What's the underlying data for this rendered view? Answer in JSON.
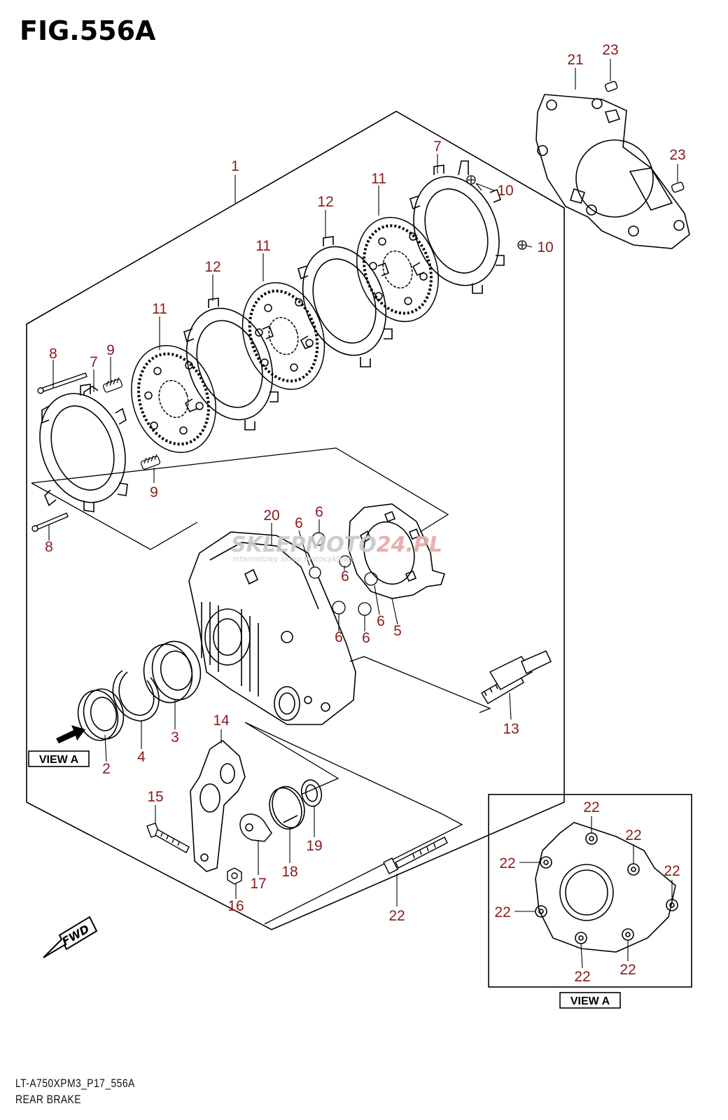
{
  "figure_title": "FIG.556A",
  "model_code": "LT-A750XPM3_P17_556A",
  "section_name": "REAR BRAKE",
  "view_label": "VIEW A",
  "fwd_label": "FWD",
  "watermark": {
    "brand_a": "SKLEP",
    "brand_b": "MOTO",
    "brand_c": "24.PL",
    "tagline": "internetowy sklep motocyklowy"
  },
  "callouts": [
    "1",
    "2",
    "3",
    "4",
    "5",
    "6",
    "7",
    "8",
    "9",
    "10",
    "11",
    "12",
    "13",
    "14",
    "15",
    "16",
    "17",
    "18",
    "19",
    "20",
    "21",
    "22",
    "23"
  ],
  "colors": {
    "callout": "#8b1a1a",
    "line": "#000000",
    "watermark": "#c8c8c8",
    "watermark_accent": "#e7a6a6"
  }
}
